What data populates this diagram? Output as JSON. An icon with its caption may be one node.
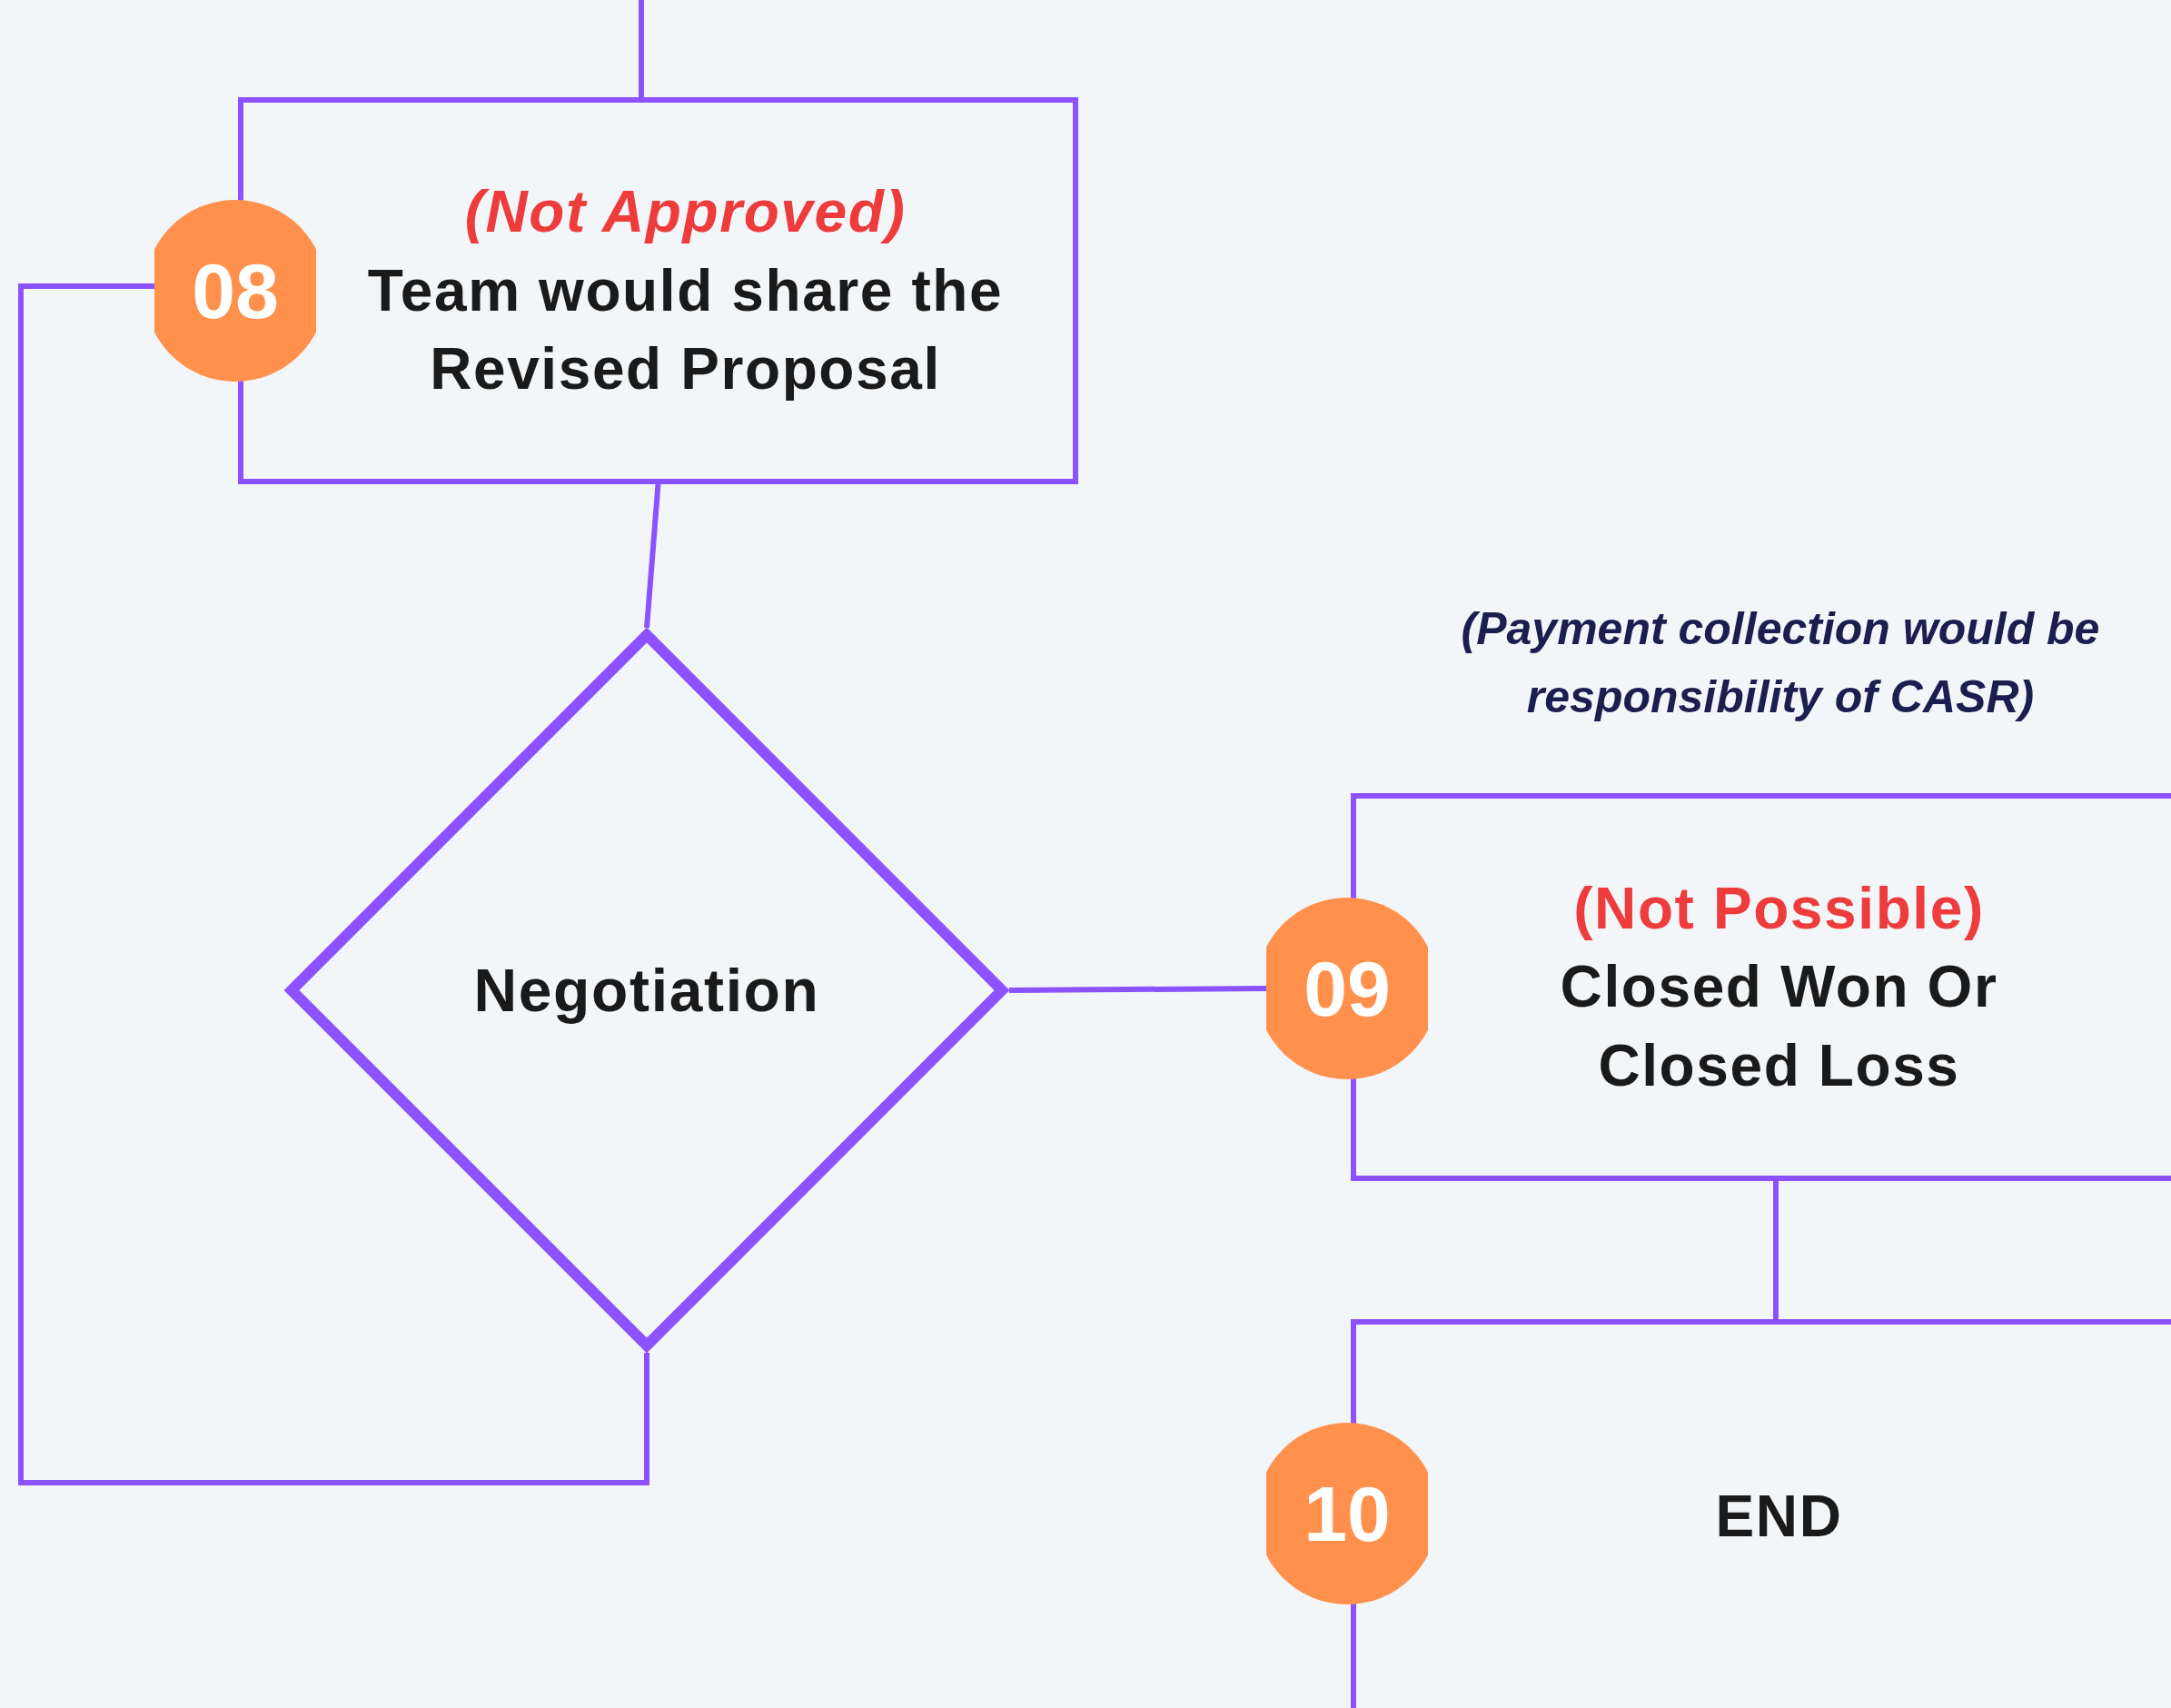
{
  "diagram": {
    "nodes": [
      {
        "text": [
          "(Not Approved)",
          "Team would share the Revised Proposal"
        ]
      },
      {
        "text": [
          "08"
        ]
      },
      {
        "text": [
          "Negotiation"
        ]
      },
      {
        "text": [
          "09"
        ]
      },
      {
        "text": [
          "(Not Possible)",
          "Closed Won Or Closed Loss"
        ]
      },
      {
        "text": [
          "10"
        ]
      },
      {
        "text": [
          "END"
        ]
      }
    ],
    "edges": [
      {
        "from": null,
        "to": 0,
        "arrow": "none"
      },
      {
        "from": 0,
        "to": 2,
        "arrow": "none"
      },
      {
        "from": 2,
        "to": 3,
        "arrow": "none"
      },
      {
        "from": 2,
        "to": 1,
        "arrow": "none"
      },
      {
        "from": 4,
        "to": 6,
        "arrow": "none"
      }
    ],
    "labels": [
      "(Payment collection would be responsibility of CASR)"
    ]
  }
}
